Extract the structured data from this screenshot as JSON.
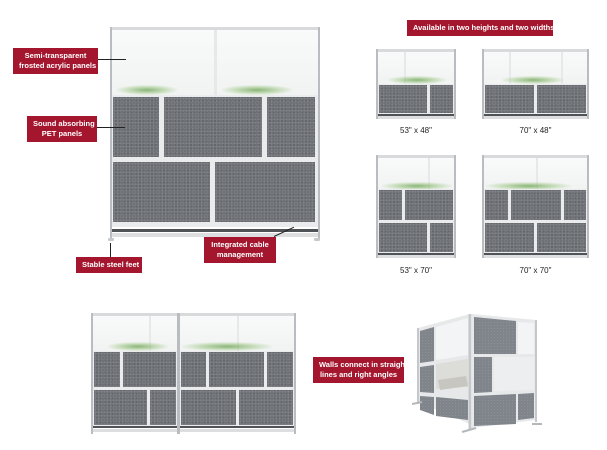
{
  "main_partition": {
    "labels": {
      "frosted": "Semi-transparent\nfrosted acrylic panels",
      "frosted_line1": "Semi-transparent",
      "frosted_line2": "frosted acrylic panels",
      "pet_line1": "Sound absorbing",
      "pet_line2": "PET panels",
      "feet": "Stable steel feet",
      "cable_line1": "Integrated cable",
      "cable_line2": "management"
    }
  },
  "sizes": {
    "heading": "Available in two heights and two widths",
    "options": [
      {
        "label": "53\" x 48\""
      },
      {
        "label": "70\" x 48\""
      },
      {
        "label": "53\" x 70\""
      },
      {
        "label": "70\" x 70\""
      }
    ]
  },
  "connect": {
    "label_line1": "Walls connect in straight",
    "label_line2": "lines and right angles"
  },
  "colors": {
    "label_bg": "#a3162e",
    "label_text": "#ffffff",
    "pet_panel": "#6e7176",
    "frame": "#b9bcc0"
  }
}
